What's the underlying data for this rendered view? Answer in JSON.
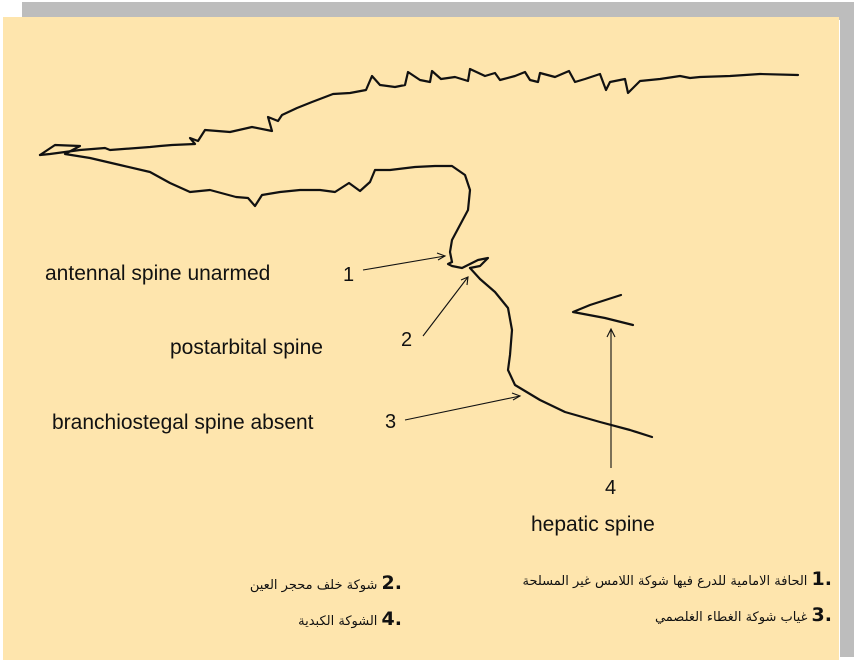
{
  "labels": {
    "antennal_spine": "antennal spine unarmed",
    "postorbital_spine": "postarbital spine",
    "branchiostegal_spine": "branchiostegal spine absent",
    "hepatic_spine": "hepatic spine"
  },
  "numbers": {
    "n1": "1",
    "n2": "2",
    "n3": "3",
    "n4": "4"
  },
  "legend": {
    "item1_number": "1.",
    "item1_text": "الحافة الامامية للدرع فيها شوكة اللامس غير المسلحة",
    "item2_number": "2.",
    "item2_text": "شوكة خلف محجر العين",
    "item3_number": "3.",
    "item3_text": "غياب شوكة الغطاء الغلصمي",
    "item4_number": "4.",
    "item4_text": "الشوكة الكبدية"
  },
  "colors": {
    "background": "#fee5ad",
    "frame_shadow": "#bdbdbd",
    "ink": "#111111"
  }
}
